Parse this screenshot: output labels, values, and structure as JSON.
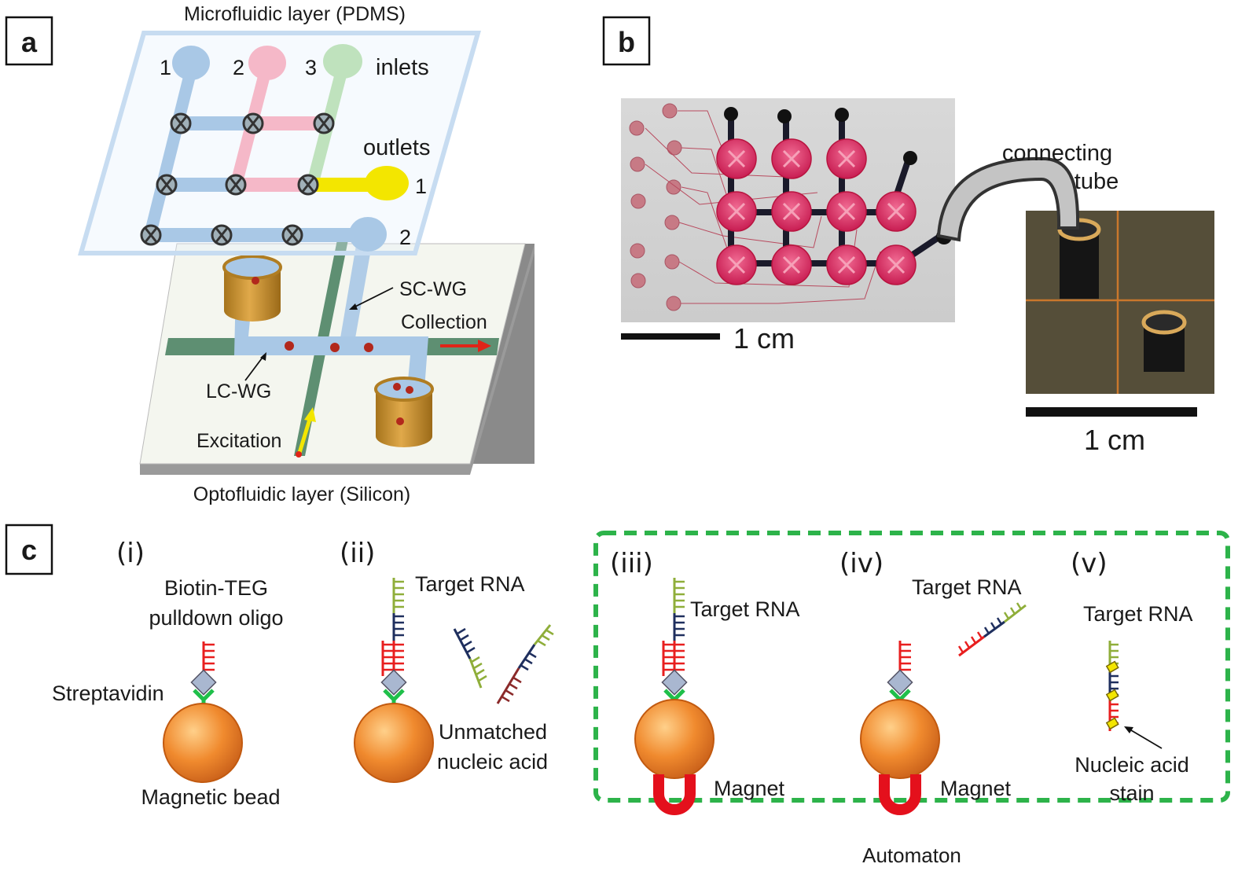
{
  "panels": {
    "a": {
      "label": "a",
      "top_layer_title": "Microfluidic layer (PDMS)",
      "bottom_layer_title": "Optofluidic layer (Silicon)",
      "inlets_label": "inlets",
      "inlet_numbers": [
        "1",
        "2",
        "3"
      ],
      "outlets_label": "outlets",
      "outlet_numbers": [
        "1",
        "2"
      ],
      "sc_wg": "SC-WG",
      "lc_wg": "LC-WG",
      "collection": "Collection",
      "excitation": "Excitation"
    },
    "b": {
      "label": "b",
      "scale_left": "1 cm",
      "scale_right": "1 cm",
      "tube_label_1": "connecting",
      "tube_label_2": "tube"
    },
    "c": {
      "label": "c",
      "automaton": "Automaton",
      "steps": [
        {
          "num": "(i)",
          "title_1": "Biotin-TEG",
          "title_2": "pulldown oligo",
          "side": "Streptavidin",
          "bottom": "Magnetic bead"
        },
        {
          "num": "(ii)",
          "title": "Target RNA",
          "side_1": "Unmatched",
          "side_2": "nucleic acid"
        },
        {
          "num": "(iii)",
          "title": "Target RNA",
          "magnet": "Magnet"
        },
        {
          "num": "(iv)",
          "title": "Target RNA",
          "magnet": "Magnet"
        },
        {
          "num": "(v)",
          "title": "Target RNA",
          "stain_1": "Nucleic acid",
          "stain_2": "stain"
        }
      ]
    }
  },
  "colors": {
    "channel_blue": "#a9c8e6",
    "channel_pink": "#f5b8c8",
    "channel_green": "#bfe2bd",
    "outlet_yellow": "#f3e600",
    "waveguide_green": "#5e8f72",
    "bead_orange": "#f08a2e",
    "magnet_red": "#e4101c",
    "dashed_green": "#2db34a",
    "chip_pink": "#d9285a"
  }
}
